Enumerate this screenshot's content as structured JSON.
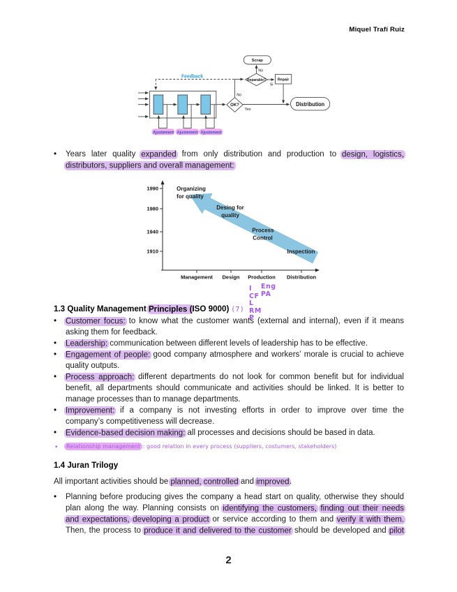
{
  "page": {
    "author": "Miquel Trafí Ruiz",
    "number": "2",
    "bullet_char": "•"
  },
  "flowchart": {
    "labels": {
      "feedback": "Feedback",
      "scrap": "Scrap",
      "no_top": "No",
      "reparable": "Reparable?",
      "si": "Si",
      "repair": "Repair",
      "no_ok": "No",
      "ok": "OK?",
      "yes": "Yes",
      "distribution": "Distribution",
      "ajustement": "Ajustement"
    }
  },
  "chart": {
    "y_ticks": [
      "1990",
      "1980",
      "1940",
      "1910"
    ],
    "x_ticks": [
      "Management",
      "Design",
      "Production",
      "Distribution"
    ],
    "labels": {
      "organizing_1": "Organizing",
      "organizing_2": "for quality",
      "desing_1": "Desing for",
      "desing_2": "quality",
      "process_1": "Process",
      "process_2": "Control",
      "inspection": "Inspection"
    }
  },
  "chart_data": {
    "type": "scatter",
    "title": "",
    "xlabel": "",
    "ylabel": "",
    "x_categories": [
      "Management",
      "Design",
      "Production",
      "Distribution"
    ],
    "y_tick_labels": [
      1910,
      1940,
      1980,
      1990
    ],
    "points": [
      {
        "label": "Inspection",
        "x": "Distribution",
        "y": 1910
      },
      {
        "label": "Process Control",
        "x": "Production",
        "y": 1940
      },
      {
        "label": "Desing for quality",
        "x": "Design",
        "y": 1980
      },
      {
        "label": "Organizing for quality",
        "x": "Management",
        "y": 1990
      }
    ],
    "annotation": "wide light-blue arrow pointing from Inspection (bottom right) up to Organizing for quality (top left)",
    "grid": false,
    "legend": false
  },
  "annotations": {
    "seven": "(7)",
    "col1": [
      "I",
      "CF",
      "L",
      "RM",
      "P"
    ],
    "col2": [
      "Eng",
      "PA"
    ]
  },
  "intro_bullet": {
    "lines": [
      [
        {
          "t": "Years later quality "
        },
        {
          "t": "expanded",
          "h": true
        },
        {
          "t": " from only distribution and production to "
        },
        {
          "t": "design, logistics,",
          "h": true
        }
      ],
      [
        {
          "t": "distributors, suppliers and overall management:",
          "h": true
        }
      ]
    ]
  },
  "sec13": {
    "heading": [
      {
        "t": "1.3 Quality Management "
      },
      {
        "t": "Principles (",
        "h": true
      },
      {
        "t": "ISO 9000)"
      }
    ],
    "items": [
      {
        "lines": [
          [
            {
              "t": "Customer focus:",
              "h": true
            },
            {
              "t": " to know what the customer wants (external and internal), even if it means"
            }
          ],
          [
            {
              "t": "asking them for feedback."
            }
          ]
        ]
      },
      {
        "lines": [
          [
            {
              "t": "Leadership:",
              "h": true
            },
            {
              "t": " communication between different levels of leadership has to be effective."
            }
          ]
        ]
      },
      {
        "lines": [
          [
            {
              "t": "Engagement of people:",
              "h": true
            },
            {
              "t": " good company atmosphere and workers’ morale is crucial to achieve"
            }
          ],
          [
            {
              "t": "quality outputs."
            }
          ]
        ]
      },
      {
        "lines": [
          [
            {
              "t": "Process approach:",
              "h": true
            },
            {
              "t": " different departments do not look for common benefit but for individual"
            }
          ],
          [
            {
              "t": "benefit, all departments should communicate and activities should be linked. It is better to"
            }
          ],
          [
            {
              "t": "manage processes than to manage departments."
            }
          ]
        ]
      },
      {
        "lines": [
          [
            {
              "t": "Improvement:",
              "h": true
            },
            {
              "t": " if a company is not investing efforts in order to improve over time the"
            }
          ],
          [
            {
              "t": "company’s competitiveness will decrease."
            }
          ]
        ]
      },
      {
        "lines": [
          [
            {
              "t": "Evidence-based decision making:",
              "h": true
            },
            {
              "t": " all processes and decisions should be based in data."
            }
          ]
        ]
      }
    ],
    "handwritten": [
      {
        "t": "Relationship management",
        "h": true
      },
      {
        "t": " : good relation in every process (suppliers, costumers, stakeholders)"
      }
    ]
  },
  "sec14": {
    "heading": "1.4 Juran Trilogy",
    "para": [
      {
        "t": "All important activities should be "
      },
      {
        "t": "planned,",
        "h": true
      },
      {
        "t": " "
      },
      {
        "t": "controlled",
        "h": true
      },
      {
        "t": " and "
      },
      {
        "t": "improved",
        "h": true
      },
      {
        "t": "."
      }
    ],
    "bullet": {
      "lines": [
        [
          {
            "t": "Planning before producing gives the company a head start on quality, otherwise they should"
          }
        ],
        [
          {
            "t": "plan along the way. Planning consists on "
          },
          {
            "t": "identifying the customers,",
            "h": true
          },
          {
            "t": " "
          },
          {
            "t": "finding out their needs",
            "h": true
          }
        ],
        [
          {
            "t": "and expectations,",
            "h": true
          },
          {
            "t": " "
          },
          {
            "t": "developing a product",
            "h": true
          },
          {
            "t": " or service according to them and "
          },
          {
            "t": "verify it with them.",
            "h": true
          }
        ],
        [
          {
            "t": "Then, the process to "
          },
          {
            "t": "produce it and delivered to the customer",
            "h": true
          },
          {
            "t": " should be developed and "
          },
          {
            "t": "pilot",
            "h": true
          }
        ]
      ]
    }
  }
}
